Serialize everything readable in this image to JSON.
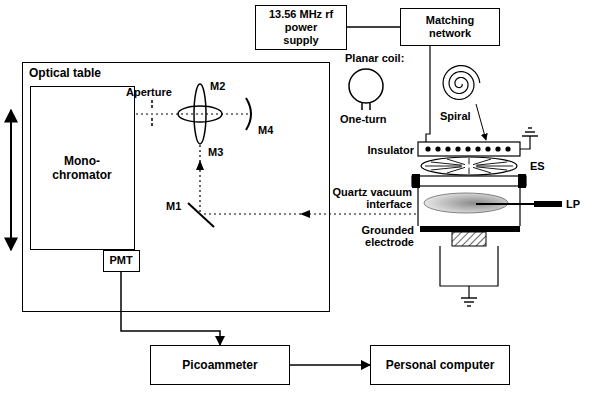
{
  "diagram": {
    "nodes": [
      {
        "text": [
          "13.56 MHz rf power supply"
        ]
      },
      {
        "text": [
          "Matching network"
        ]
      },
      {
        "text": [
          "Optical table"
        ]
      },
      {
        "text": [
          "Mono- chromator"
        ],
        "in": 2
      },
      {
        "text": [
          "PMT"
        ],
        "in": 2
      },
      {
        "text": [
          "Picoammeter"
        ]
      },
      {
        "text": [
          "Personal computer"
        ]
      }
    ],
    "edges": [
      {
        "from": 0,
        "to": 1,
        "arrow": "none"
      },
      {
        "from": 4,
        "to": 5,
        "arrow": "to"
      },
      {
        "from": 5,
        "to": 6,
        "arrow": "to"
      }
    ],
    "labels": [
      "Planar coil:",
      "One-turn",
      "Spiral",
      "Insulator",
      "ES",
      "Quartz vacuum interface",
      "LP",
      "Grounded electrode",
      "Aperture",
      "M2",
      "M3",
      "M4",
      "M1"
    ]
  }
}
